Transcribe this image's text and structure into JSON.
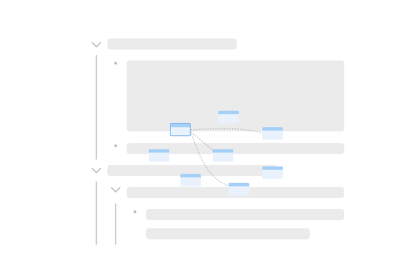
{
  "colors": {
    "placeholder": "#ebebec",
    "guide_line": "#cfcfcf",
    "chevron": "#bdbdbd",
    "bullet": "#bdbdbd",
    "card_bar": "#a6d0f7",
    "card_body": "#e8f1fc",
    "card_selected_border": "#6aa8ea",
    "link_line": "#a9a9a9"
  },
  "icons": {
    "expand": "chevron-down-icon",
    "item": "bullet-icon",
    "block": "block-card-icon"
  },
  "tree": {
    "sections": [
      {
        "state": "expanded",
        "children": [
          {
            "type": "block"
          },
          {
            "type": "line"
          }
        ]
      },
      {
        "state": "expanded",
        "children": [
          {
            "state": "expanded",
            "children": [
              {
                "type": "line"
              },
              {
                "type": "line"
              }
            ]
          }
        ]
      }
    ]
  }
}
